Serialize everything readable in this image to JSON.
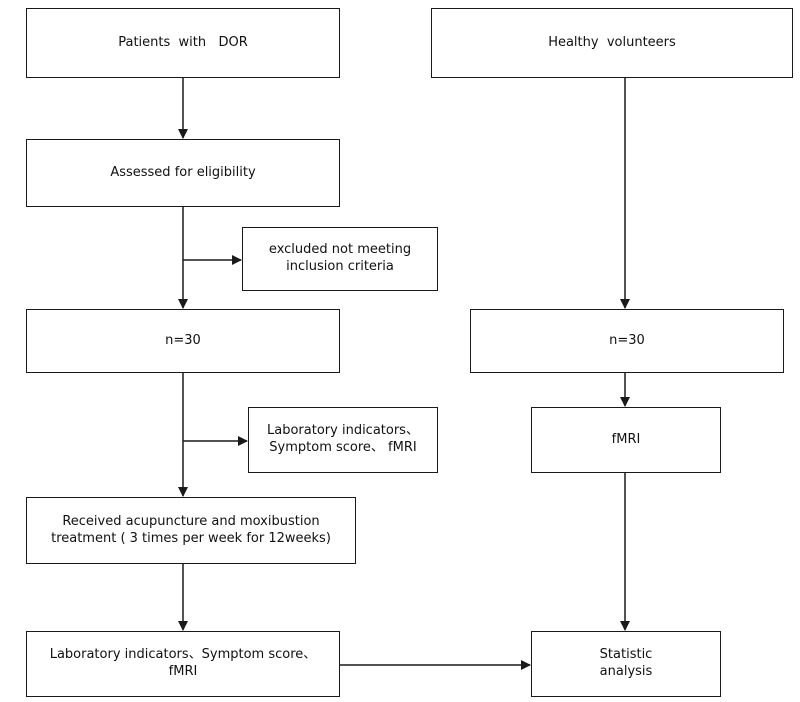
{
  "boxes": {
    "patients_with_dor": "Patients  with   DOR",
    "healthy_volunteers": "Healthy  volunteers",
    "assessed_for_eligibility": "Assessed for eligibility",
    "excluded": [
      "excluded not meeting",
      "inclusion criteria"
    ],
    "left_n": "n=30",
    "right_n": "n=30",
    "baseline_measures": [
      "Laboratory indicators、",
      "Symptom score、 fMRI"
    ],
    "right_fmri": "fMRI",
    "treatment": [
      "Received acupuncture and moxibustion",
      "treatment ( 3 times per  week for 12weeks)"
    ],
    "followup_measures": [
      "Laboratory indicators、Symptom score、",
      "fMRI"
    ],
    "statistic_analysis": [
      "Statistic",
      "analysis"
    ]
  },
  "colors": {
    "line": "#1a1a1a",
    "text": "#111111",
    "background": "#ffffff"
  }
}
